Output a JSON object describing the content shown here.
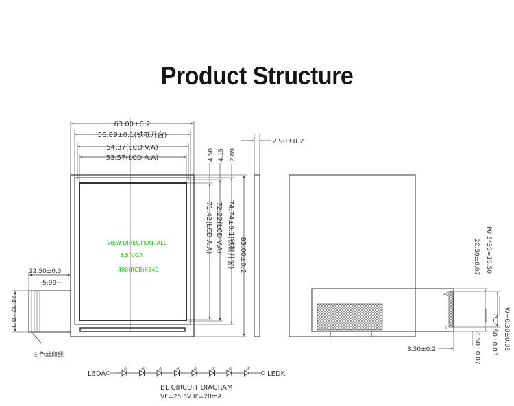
{
  "title": "Product Structure",
  "front_view": {
    "dims": {
      "outline_width": "63.00±0.2",
      "bezel_opening_width": "56.89±0.1(铁框开窗)",
      "lcd_va_width": "54.37(LCD V.A)",
      "lcd_aa_width": "53.57(LCD A.A)",
      "top_offset_a": "4.50",
      "top_offset_b": "4.15",
      "top_offset_c": "2.89",
      "outline_height": "85.00±0.2",
      "bezel_opening_height": "74.74±0.1(铁框开窗)",
      "lcd_va_height": "72.22(LCD V.A)",
      "lcd_aa_height": "71.42(LCD A.A)",
      "fpc_width": "22.50±0.3",
      "fpc_offset": "5.00",
      "fpc_height": "24.32±0.3"
    },
    "screen_text": {
      "view_direction": "VIEW DIRECTION:  ALL",
      "size": "3.5\"VGA",
      "resolution": "480(RGB)X640"
    },
    "fpc_note": "白色丝印线"
  },
  "side_view": {
    "thickness": "2.90±0.2"
  },
  "back_view": {
    "pitch_total": "P0.5*39=19.50",
    "pad_span": "20.50±0.07",
    "pin_width": "W=0.30±0.03",
    "pin_pitch": "P=0.50±0.03",
    "pin_edge": "0.50±0.07",
    "pin_to_edge": "3.50±0.2",
    "pin_first": "1",
    "pin_last": "40"
  },
  "backlight": {
    "anode_label": "LEDA",
    "cathode_label": "LEDK",
    "caption": "BL CIRCUIT DIAGRAM",
    "spec": "VF=25.6V   IF=20mA",
    "led_count": 8
  }
}
